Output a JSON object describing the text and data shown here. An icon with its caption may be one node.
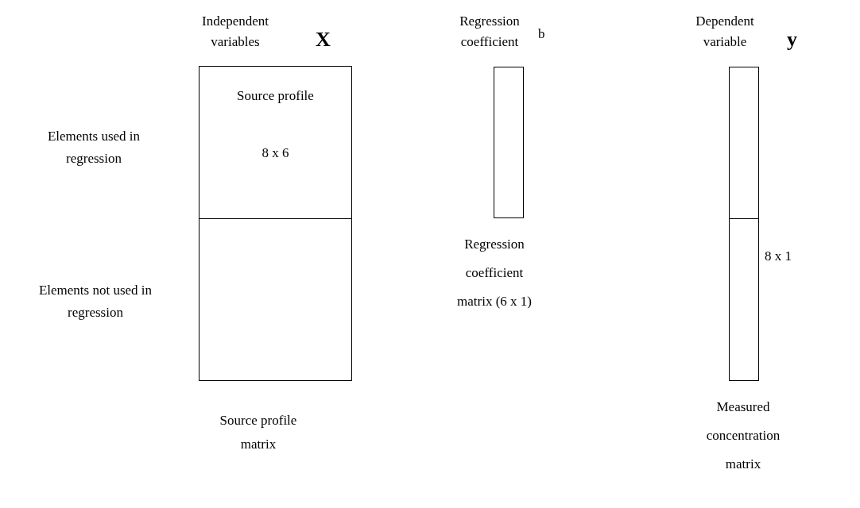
{
  "diagram": {
    "nodes": [
      {
        "text": [
          "Independent variables",
          "Source profile matrix"
        ],
        "beside": [
          "X"
        ]
      },
      {
        "text": [
          "Source profile",
          "8 x 6"
        ],
        "in": 0
      },
      {
        "text": [],
        "shape": "box",
        "in": 0
      },
      {
        "text": [
          "Regression coefficient",
          "Regression coefficient matrix (6 x 1)"
        ],
        "beside": [
          "b"
        ]
      },
      {
        "text": [
          "Dependent variable",
          "Measured concentration matrix"
        ],
        "beside": [
          "y",
          "8 x 1"
        ]
      },
      {
        "text": [],
        "shape": "box",
        "in": 4
      },
      {
        "text": [],
        "shape": "box",
        "in": 4
      }
    ],
    "labels": [
      "Elements used in regression",
      "Elements not used in regression"
    ]
  }
}
